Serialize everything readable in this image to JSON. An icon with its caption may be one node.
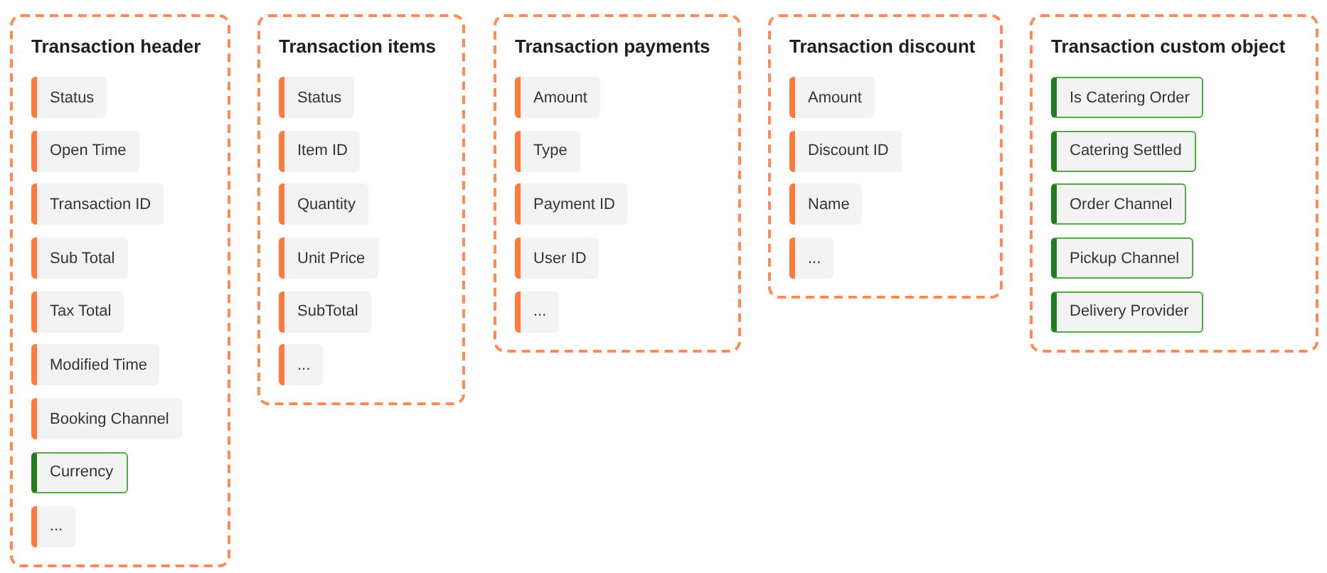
{
  "diagram": {
    "nodes": [
      {
        "text": [
          "Transaction header"
        ]
      },
      {
        "text": [
          "Status"
        ],
        "in": 0
      },
      {
        "text": [
          "Open Time"
        ],
        "in": 0
      },
      {
        "text": [
          "Transaction ID"
        ],
        "in": 0
      },
      {
        "text": [
          "Sub Total"
        ],
        "in": 0
      },
      {
        "text": [
          "Tax Total"
        ],
        "in": 0
      },
      {
        "text": [
          "Modified Time"
        ],
        "in": 0
      },
      {
        "text": [
          "Booking Channel"
        ],
        "in": 0
      },
      {
        "text": [
          "Currency"
        ],
        "in": 0
      },
      {
        "text": [
          "..."
        ],
        "in": 0
      },
      {
        "text": [
          "Transaction items"
        ]
      },
      {
        "text": [
          "Status"
        ],
        "in": 10
      },
      {
        "text": [
          "Item ID"
        ],
        "in": 10
      },
      {
        "text": [
          "Quantity"
        ],
        "in": 10
      },
      {
        "text": [
          "Unit Price"
        ],
        "in": 10
      },
      {
        "text": [
          "SubTotal"
        ],
        "in": 10
      },
      {
        "text": [
          "..."
        ],
        "in": 10
      },
      {
        "text": [
          "Transaction payments"
        ]
      },
      {
        "text": [
          "Amount"
        ],
        "in": 17
      },
      {
        "text": [
          "Type"
        ],
        "in": 17
      },
      {
        "text": [
          "Payment ID"
        ],
        "in": 17
      },
      {
        "text": [
          "User ID"
        ],
        "in": 17
      },
      {
        "text": [
          "..."
        ],
        "in": 17
      },
      {
        "text": [
          "Transaction discount"
        ]
      },
      {
        "text": [
          "Amount"
        ],
        "in": 23
      },
      {
        "text": [
          "Discount ID"
        ],
        "in": 23
      },
      {
        "text": [
          "Name"
        ],
        "in": 23
      },
      {
        "text": [
          "..."
        ],
        "in": 23
      },
      {
        "text": [
          "Transaction custom object"
        ]
      },
      {
        "text": [
          "Is Catering Order"
        ],
        "in": 28
      },
      {
        "text": [
          "Catering Settled"
        ],
        "in": 28
      },
      {
        "text": [
          "Order Channel"
        ],
        "in": 28
      },
      {
        "text": [
          "Pickup Channel"
        ],
        "in": 28
      },
      {
        "text": [
          "Delivery Provider"
        ],
        "in": 28
      }
    ]
  }
}
